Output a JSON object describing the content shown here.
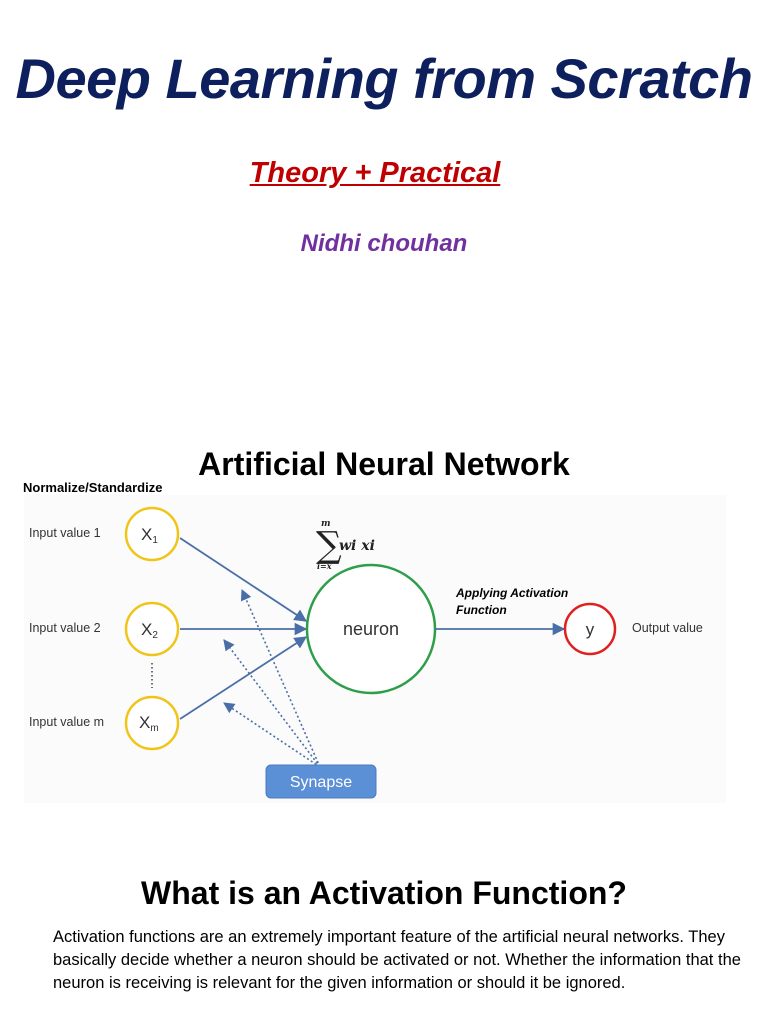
{
  "header": {
    "title": "Deep Learning from Scratch",
    "subtitle": "Theory + Practical",
    "author": "Nidhi chouhan"
  },
  "ann_section": {
    "title": "Artificial Neural Network",
    "preprocess_label": "Normalize/Standardize",
    "inputs": [
      {
        "label": "Input value 1",
        "node": "X",
        "sub": "1"
      },
      {
        "label": "Input value 2",
        "node": "X",
        "sub": "2"
      },
      {
        "label": "Input value m",
        "node": "X",
        "sub": "m"
      }
    ],
    "sum_formula": {
      "symbol": "∑",
      "upper": "m",
      "lower": "i=x",
      "expr": "wi xi"
    },
    "neuron_label": "neuron",
    "activation_label": "Applying Activation Function",
    "output_node": "y",
    "output_label": "Output value",
    "synapse_label": "Synapse",
    "colors": {
      "input_circle": "#f0c419",
      "neuron_circle": "#2e9e4a",
      "output_circle": "#e02020",
      "arrow": "#4a6fa8",
      "synapse_button": "#5b8fd6"
    }
  },
  "activation_section": {
    "title": "What is an Activation Function?",
    "paragraph": "Activation functions are an extremely important feature of the artificial neural networks. They basically decide whether a neuron should be activated or not. Whether the information that the neuron is receiving is relevant for the given information or should it be ignored."
  }
}
